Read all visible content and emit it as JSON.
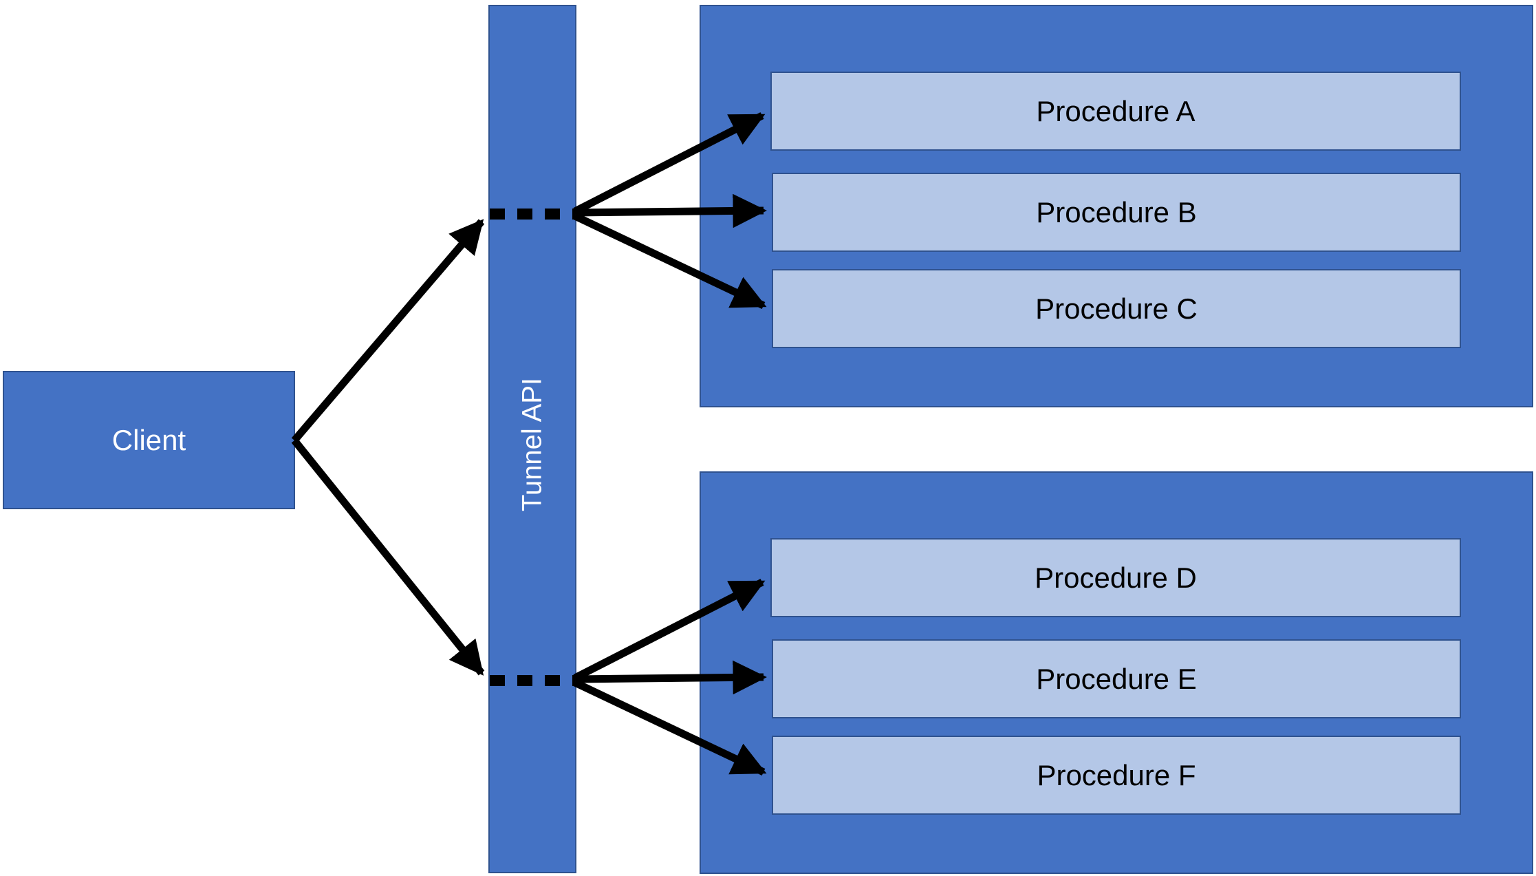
{
  "diagram": {
    "client": {
      "label": "Client"
    },
    "tunnel": {
      "label": "Tunnel API"
    },
    "groups": [
      {
        "procedures": [
          "Procedure A",
          "Procedure B",
          "Procedure C"
        ]
      },
      {
        "procedures": [
          "Procedure D",
          "Procedure E",
          "Procedure F"
        ]
      }
    ],
    "colors": {
      "box_fill": "#4472C4",
      "box_border": "#2F528F",
      "procedure_fill": "#B4C7E7",
      "arrow": "#000000"
    }
  }
}
